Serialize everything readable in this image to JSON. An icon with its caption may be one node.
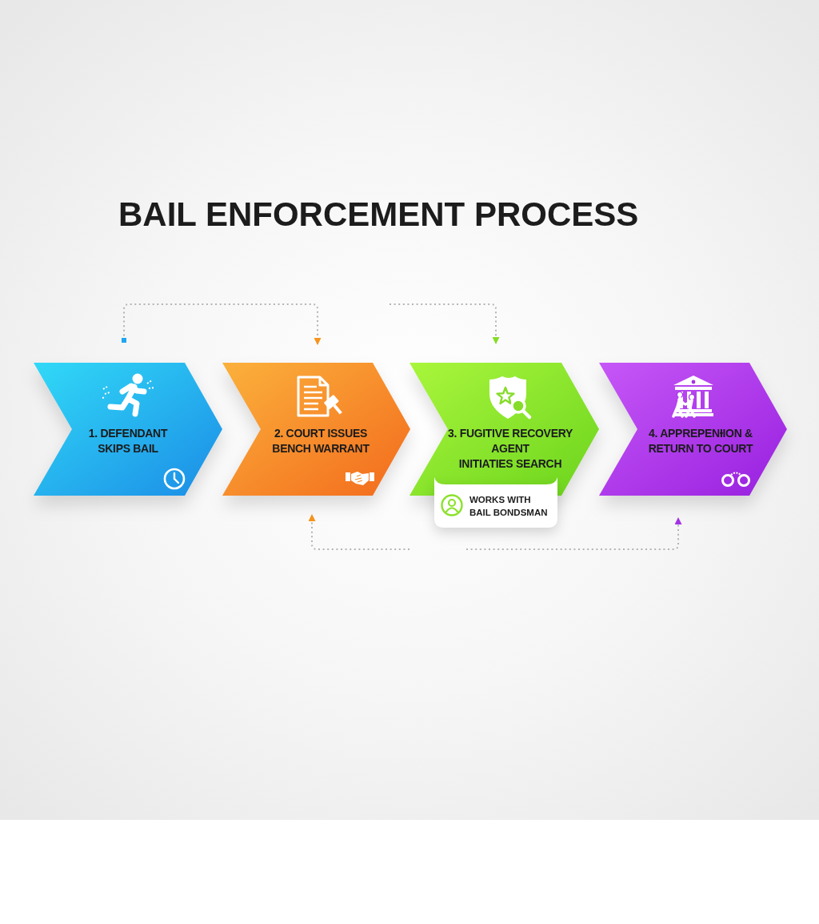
{
  "diagram": {
    "title": "BAIL ENFORCEMENT PROCESS",
    "nodes": [
      {
        "text": [
          "1. DEFENDANT SKIPS BAIL"
        ]
      },
      {
        "text": [
          "2. COURT ISSUES BENCH WARRANT"
        ]
      },
      {
        "text": [
          "3. FUGITIVE RECOVERY AGENT INITIATIES SEARCH"
        ]
      },
      {
        "text": [
          "4. APPREPENƗION & RETURN TO COURT"
        ]
      },
      {
        "text": [
          "WORKS WITH BAIL BONDSMAN"
        ]
      }
    ],
    "edges": [
      {
        "from": 0,
        "to": 1,
        "arrow": "to"
      },
      {
        "from": null,
        "to": 2,
        "arrow": "to"
      },
      {
        "from": null,
        "to": 1,
        "arrow": "to"
      },
      {
        "from": null,
        "to": 3,
        "arrow": "to"
      }
    ]
  }
}
